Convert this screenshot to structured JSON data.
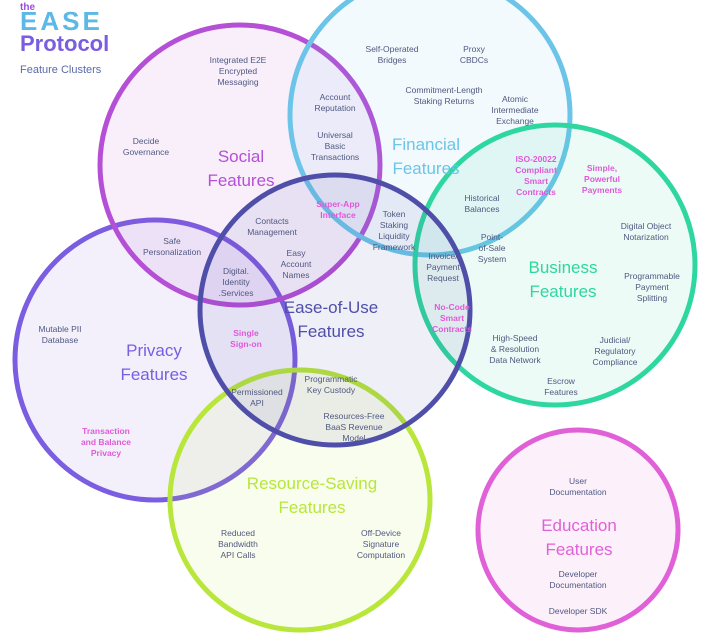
{
  "logo": {
    "the": "the",
    "ease": "EASE",
    "protocol": "Protocol",
    "subtitle": "Feature Clusters"
  },
  "colors": {
    "social": "#b44fd6",
    "financial": "#6cc4e8",
    "business": "#2ed6a0",
    "ease": "#4f4faa",
    "privacy": "#7a5de0",
    "resource": "#b8e63a",
    "education": "#e060d8",
    "highlight": "#e05ad8"
  },
  "clusters": {
    "social": {
      "title": [
        "Social",
        "Features"
      ]
    },
    "financial": {
      "title": [
        "Financial",
        "Features"
      ]
    },
    "business": {
      "title": [
        "Business",
        "Features"
      ]
    },
    "ease": {
      "title": [
        "Ease-of-Use",
        "Features"
      ]
    },
    "privacy": {
      "title": [
        "Privacy",
        "Features"
      ]
    },
    "resource": {
      "title": [
        "Resource-Saving",
        "Features"
      ]
    },
    "education": {
      "title": [
        "Education",
        "Features"
      ]
    }
  },
  "features": {
    "e2e": [
      "Integrated E2E",
      "Encrypted",
      "Messaging"
    ],
    "governance": [
      "Decide",
      "Governance"
    ],
    "bridges": [
      "Self-Operated",
      "Bridges"
    ],
    "proxy": [
      "Proxy",
      "CBDCs"
    ],
    "account_rep": [
      "Account",
      "Reputation"
    ],
    "commitment": [
      "Commitment-Length",
      "Staking Returns"
    ],
    "atomic": [
      "Atomic",
      "Intermediate",
      "Exchange"
    ],
    "ubt": [
      "Universal",
      "Basic",
      "Transactions"
    ],
    "iso": [
      "ISO-20022",
      "Compliant",
      "Smart",
      "Contracts"
    ],
    "simple": [
      "Simple,",
      "Powerful",
      "Payments"
    ],
    "superapp": [
      "Super-App",
      "Interface"
    ],
    "historical": [
      "Historical",
      "Balances"
    ],
    "digital_obj": [
      "Digital Object",
      "Notarization"
    ],
    "contacts": [
      "Contacts",
      "Management"
    ],
    "token": [
      "Token",
      "Staking",
      "Liquidity",
      "Framework"
    ],
    "pos": [
      "Point-",
      "of-Sale",
      "System"
    ],
    "safe": [
      "Safe",
      "Personalization"
    ],
    "easy_names": [
      "Easy",
      "Account",
      "Names"
    ],
    "invoice": [
      "Invoice/",
      "Payment",
      "Request"
    ],
    "prog_pay": [
      "Programmable",
      "Payment",
      "Splitting"
    ],
    "digital_id": [
      "Digital.",
      "Identity",
      ".Services"
    ],
    "nocode": [
      "No-Code",
      "Smart",
      "Contracts"
    ],
    "mutable": [
      "Mutable PII",
      "Database"
    ],
    "sso": [
      "Single",
      "Sign-on"
    ],
    "highspeed": [
      "High-Speed",
      "& Resolution",
      "Data Network"
    ],
    "judicial": [
      "Judicial/",
      "Regulatory",
      "Compliance"
    ],
    "permissioned": [
      "Permissioned",
      "API"
    ],
    "custody": [
      "Programmatic",
      "Key Custody"
    ],
    "escrow": [
      "Escrow",
      "Features"
    ],
    "baas": [
      "Resources-Free",
      "BaaS Revenue",
      "Model"
    ],
    "tx_privacy": [
      "Transaction",
      "and Balance",
      "Privacy"
    ],
    "user_doc": [
      "User",
      "Documentation"
    ],
    "bandwidth": [
      "Reduced",
      "Bandwidth",
      "API Calls"
    ],
    "offdevice": [
      "Off-Device",
      "Signature",
      "Computation"
    ],
    "dev_doc": [
      "Developer",
      "Documentation"
    ],
    "dev_sdk": [
      "Developer SDK"
    ]
  }
}
